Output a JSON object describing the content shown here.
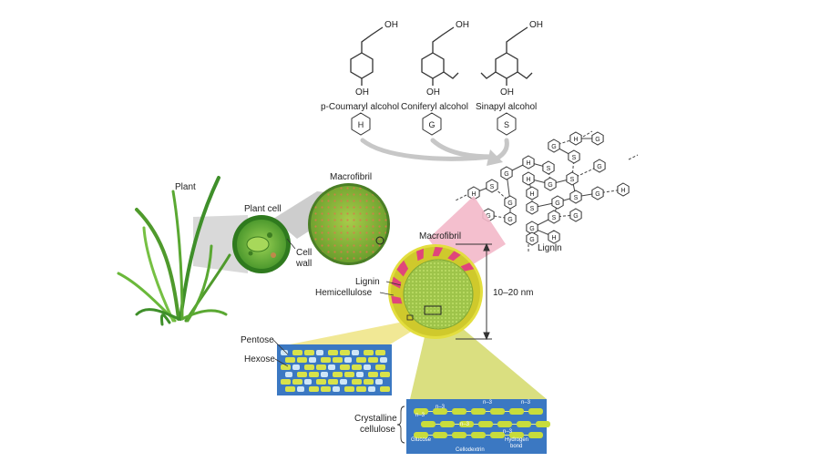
{
  "monomers": [
    {
      "name": "p-Coumaryl alcohol",
      "unit": "H",
      "oh_top": "OH",
      "oh_bottom": "OH"
    },
    {
      "name": "Coniferyl alcohol",
      "unit": "G",
      "oh_top": "OH",
      "oh_bottom": "OH"
    },
    {
      "name": "Sinapyl alcohol",
      "unit": "S",
      "oh_top": "OH",
      "oh_bottom": "OH"
    }
  ],
  "labels": {
    "plant": "Plant",
    "plant_cell": "Plant cell",
    "cell_wall_1": "Cell",
    "cell_wall_2": "wall",
    "macrofibril_top": "Macrofibril",
    "macrofibril_right": "Macrofibril",
    "lignin_left": "Lignin",
    "hemicellulose": "Hemicellulose",
    "scale": "10–20 nm",
    "lignin_network": "Lignin",
    "pentose": "Pentose",
    "hexose": "Hexose",
    "crystalline_1": "Crystalline",
    "crystalline_2": "cellulose",
    "glucose": "Glucose",
    "cellodextrin": "Cellodextrin",
    "hydrogen_1": "Hydrogen",
    "hydrogen_2": "bond",
    "n3": "n–3"
  },
  "network_units": [
    "G",
    "H",
    "G",
    "S",
    "S",
    "H",
    "G",
    "H",
    "G",
    "S",
    "G",
    "S",
    "G",
    "H",
    "G",
    "S",
    "H",
    "G",
    "S",
    "H",
    "G",
    "G",
    "S",
    "G",
    "G",
    "H",
    "G"
  ],
  "colors": {
    "green_dark": "#3f8f2a",
    "green_light": "#8cc63f",
    "yellow": "#e8e35a",
    "blue": "#3b78c2",
    "magenta": "#e0457b",
    "pink_fan": "#f4b6c8",
    "grey_fan": "#bdbdbd",
    "lime_fan": "#c9d64a"
  }
}
